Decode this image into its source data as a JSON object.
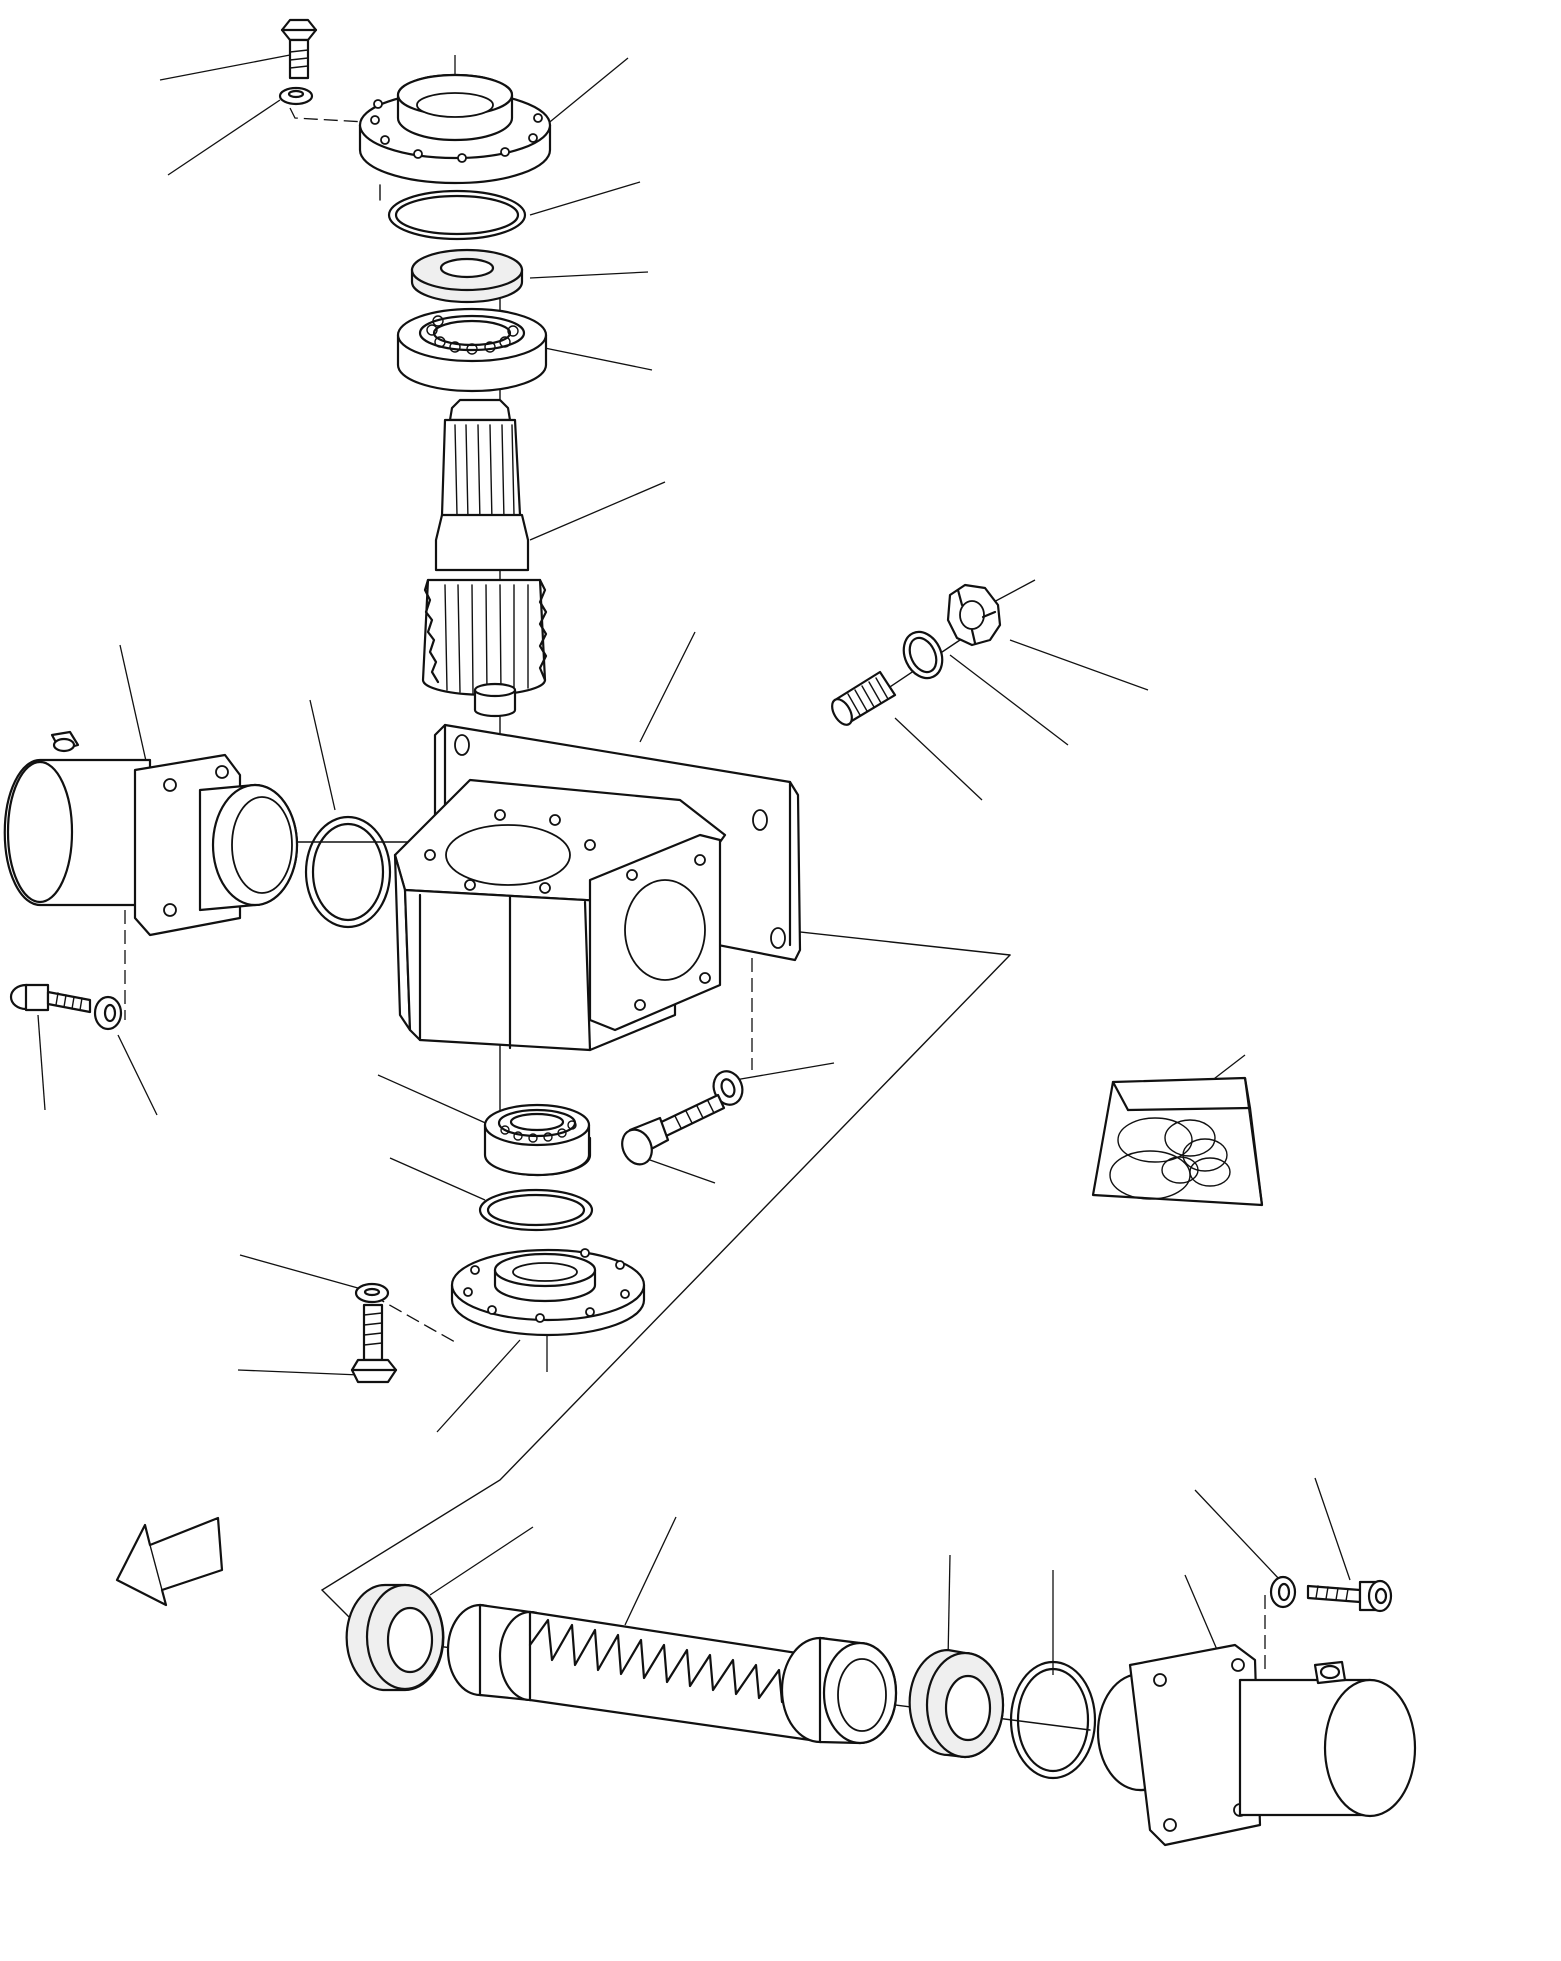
{
  "figure": {
    "caption_text": "",
    "callout_numbers": []
  },
  "parts": [
    {
      "name": "upper-bolt"
    },
    {
      "name": "upper-washer"
    },
    {
      "name": "upper-flange-cover"
    },
    {
      "name": "upper-o-ring"
    },
    {
      "name": "upper-oil-seal"
    },
    {
      "name": "upper-ball-bearing"
    },
    {
      "name": "pinion-shaft"
    },
    {
      "name": "lock-nut"
    },
    {
      "name": "nut-washer"
    },
    {
      "name": "adjusting-screw"
    },
    {
      "name": "gear-housing"
    },
    {
      "name": "left-end-cap"
    },
    {
      "name": "left-o-ring"
    },
    {
      "name": "left-cap-bolt"
    },
    {
      "name": "left-cap-washer"
    },
    {
      "name": "lower-ball-bearing"
    },
    {
      "name": "lower-o-ring"
    },
    {
      "name": "lower-flange-cover"
    },
    {
      "name": "lower-washer"
    },
    {
      "name": "lower-bolt"
    },
    {
      "name": "housing-bolt"
    },
    {
      "name": "housing-washer"
    },
    {
      "name": "seal-kit"
    },
    {
      "name": "rack-seal-left"
    },
    {
      "name": "rack-bar"
    },
    {
      "name": "rack-seal-right"
    },
    {
      "name": "right-o-ring"
    },
    {
      "name": "right-end-cap"
    },
    {
      "name": "right-cap-washer"
    },
    {
      "name": "right-cap-bolt"
    },
    {
      "name": "front-direction-arrow"
    }
  ]
}
